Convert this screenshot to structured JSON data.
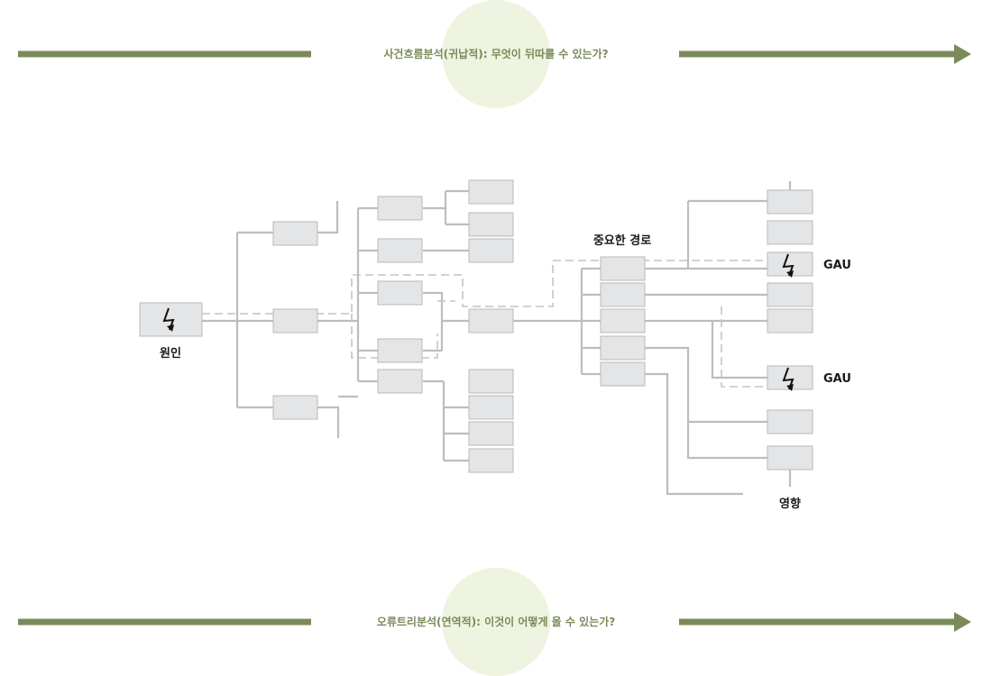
{
  "colors": {
    "accent": "#7a8a5a",
    "circle": "#eef4df",
    "line": "#bdbdbd",
    "box": "#e4e5e7",
    "text": "#1a1a1a"
  },
  "top_banner": {
    "text": "사건흐름분석(귀납적): 무엇이 뒤따를 수 있는가?"
  },
  "bottom_banner": {
    "text": "오류트리분석(연역적): 이것이 어떻게 올 수 있는가?"
  },
  "labels": {
    "cause": "원인",
    "critical_path": "중요한 경로",
    "gau_1": "GAU",
    "gau_2": "GAU",
    "impact": "영향"
  },
  "icons": {
    "cause_event": "lightning-icon",
    "gau_event_1": "lightning-icon",
    "gau_event_2": "lightning-icon",
    "banner_arrow": "arrow-right-icon"
  }
}
